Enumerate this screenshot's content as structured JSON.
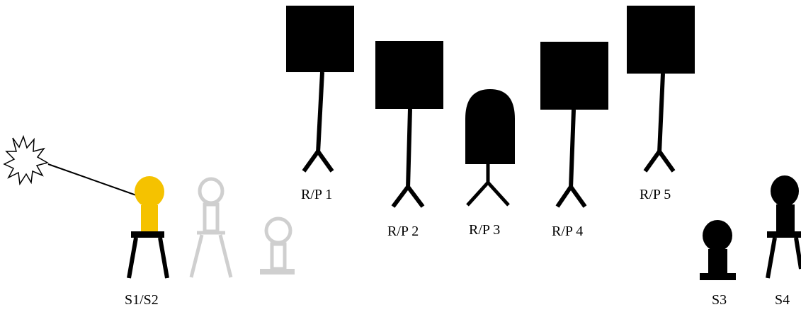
{
  "labels": {
    "rp1": "R/P 1",
    "rp2": "R/P 2",
    "rp3": "R/P 3",
    "rp4": "R/P 4",
    "rp5": "R/P 5",
    "s1s2": "S1/S2",
    "s3": "S3",
    "s4": "S4"
  },
  "colors": {
    "ink": "#000000",
    "highlight": "#f5c200",
    "ghost": "#cfcfcf",
    "background": "#ffffff"
  },
  "icons": {
    "burst": "explosion-burst-icon",
    "highlighted_stand": "yellow-tripod-station-icon",
    "ghost_stand": "faded-tripod-station-icon",
    "ghost_base": "faded-base-station-icon",
    "square_sign": "square-sign-on-pole-icon",
    "dome_sign": "dome-sign-on-pole-icon",
    "base_station": "base-station-icon",
    "tripod_station": "tripod-station-icon"
  }
}
